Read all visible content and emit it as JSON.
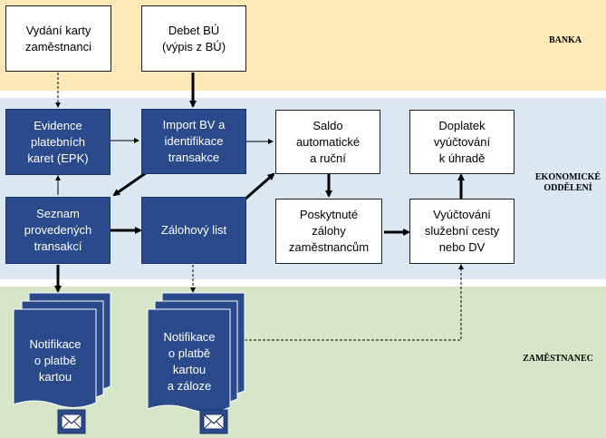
{
  "lanes": {
    "bank": "BANKA",
    "econ": "EKONOMICKÉ\nODDĚLENÍ",
    "employee": "ZAMĚSTNANEC"
  },
  "colors": {
    "bank_lane": "#fde9b8",
    "econ_lane": "#dce7f4",
    "employee_lane": "#d7e6c8",
    "box_fill": "#2b4a8b"
  },
  "nodes": {
    "vydani_karty": "Vydání karty\nzaměstnanci",
    "debet_bu": "Debet BÚ\n(výpis z BÚ)",
    "evidence_karet": "Evidence\nplatebních\nkaret (EPK)",
    "import_bv": "Import BV a\nidentifikace\ntransakce",
    "saldo": "Saldo\nautomatické\na ruční",
    "doplatek": "Doplatek\nvyúčtování\nk úhradě",
    "seznam_transakci": "Seznam\nprovedených\ntransakcí",
    "zalohovy_list": "Zálohový list",
    "poskytnute_zalohy": "Poskytnuté\nzálohy\nzaměstnancům",
    "vyuctovani_cesty": "Vyúčtování\nslužební cesty\nnebo DV"
  },
  "documents": {
    "notif_kartou": [
      "Notifikace",
      "o platbě",
      "kartou"
    ],
    "notif_zaloze": [
      "Notifikace",
      "o platbě",
      "kartou",
      "a záloze"
    ]
  },
  "icons": [
    "envelope-icon",
    "envelope-icon"
  ]
}
